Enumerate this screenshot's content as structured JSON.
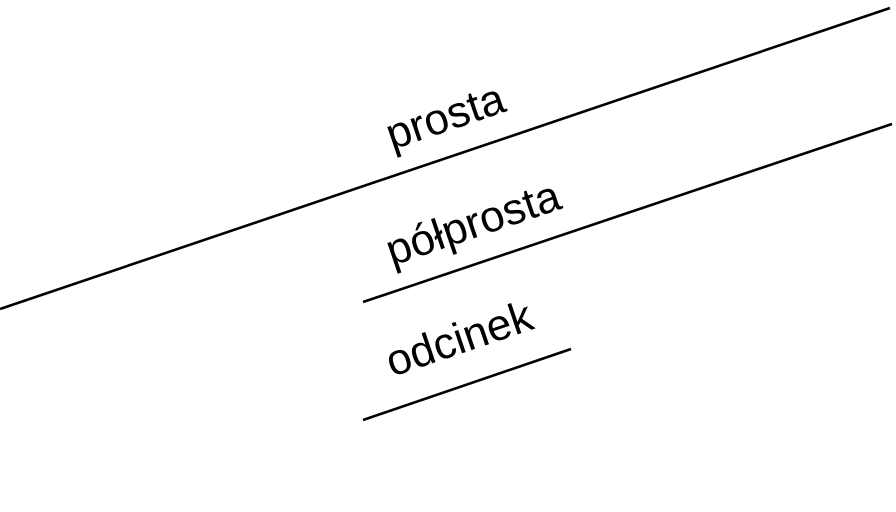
{
  "diagram": {
    "labels": {
      "line": "prosta",
      "ray": "półprosta",
      "segment": "odcinek"
    },
    "colors": {
      "stroke": "#000000",
      "text": "#000000",
      "background": "#ffffff"
    }
  }
}
